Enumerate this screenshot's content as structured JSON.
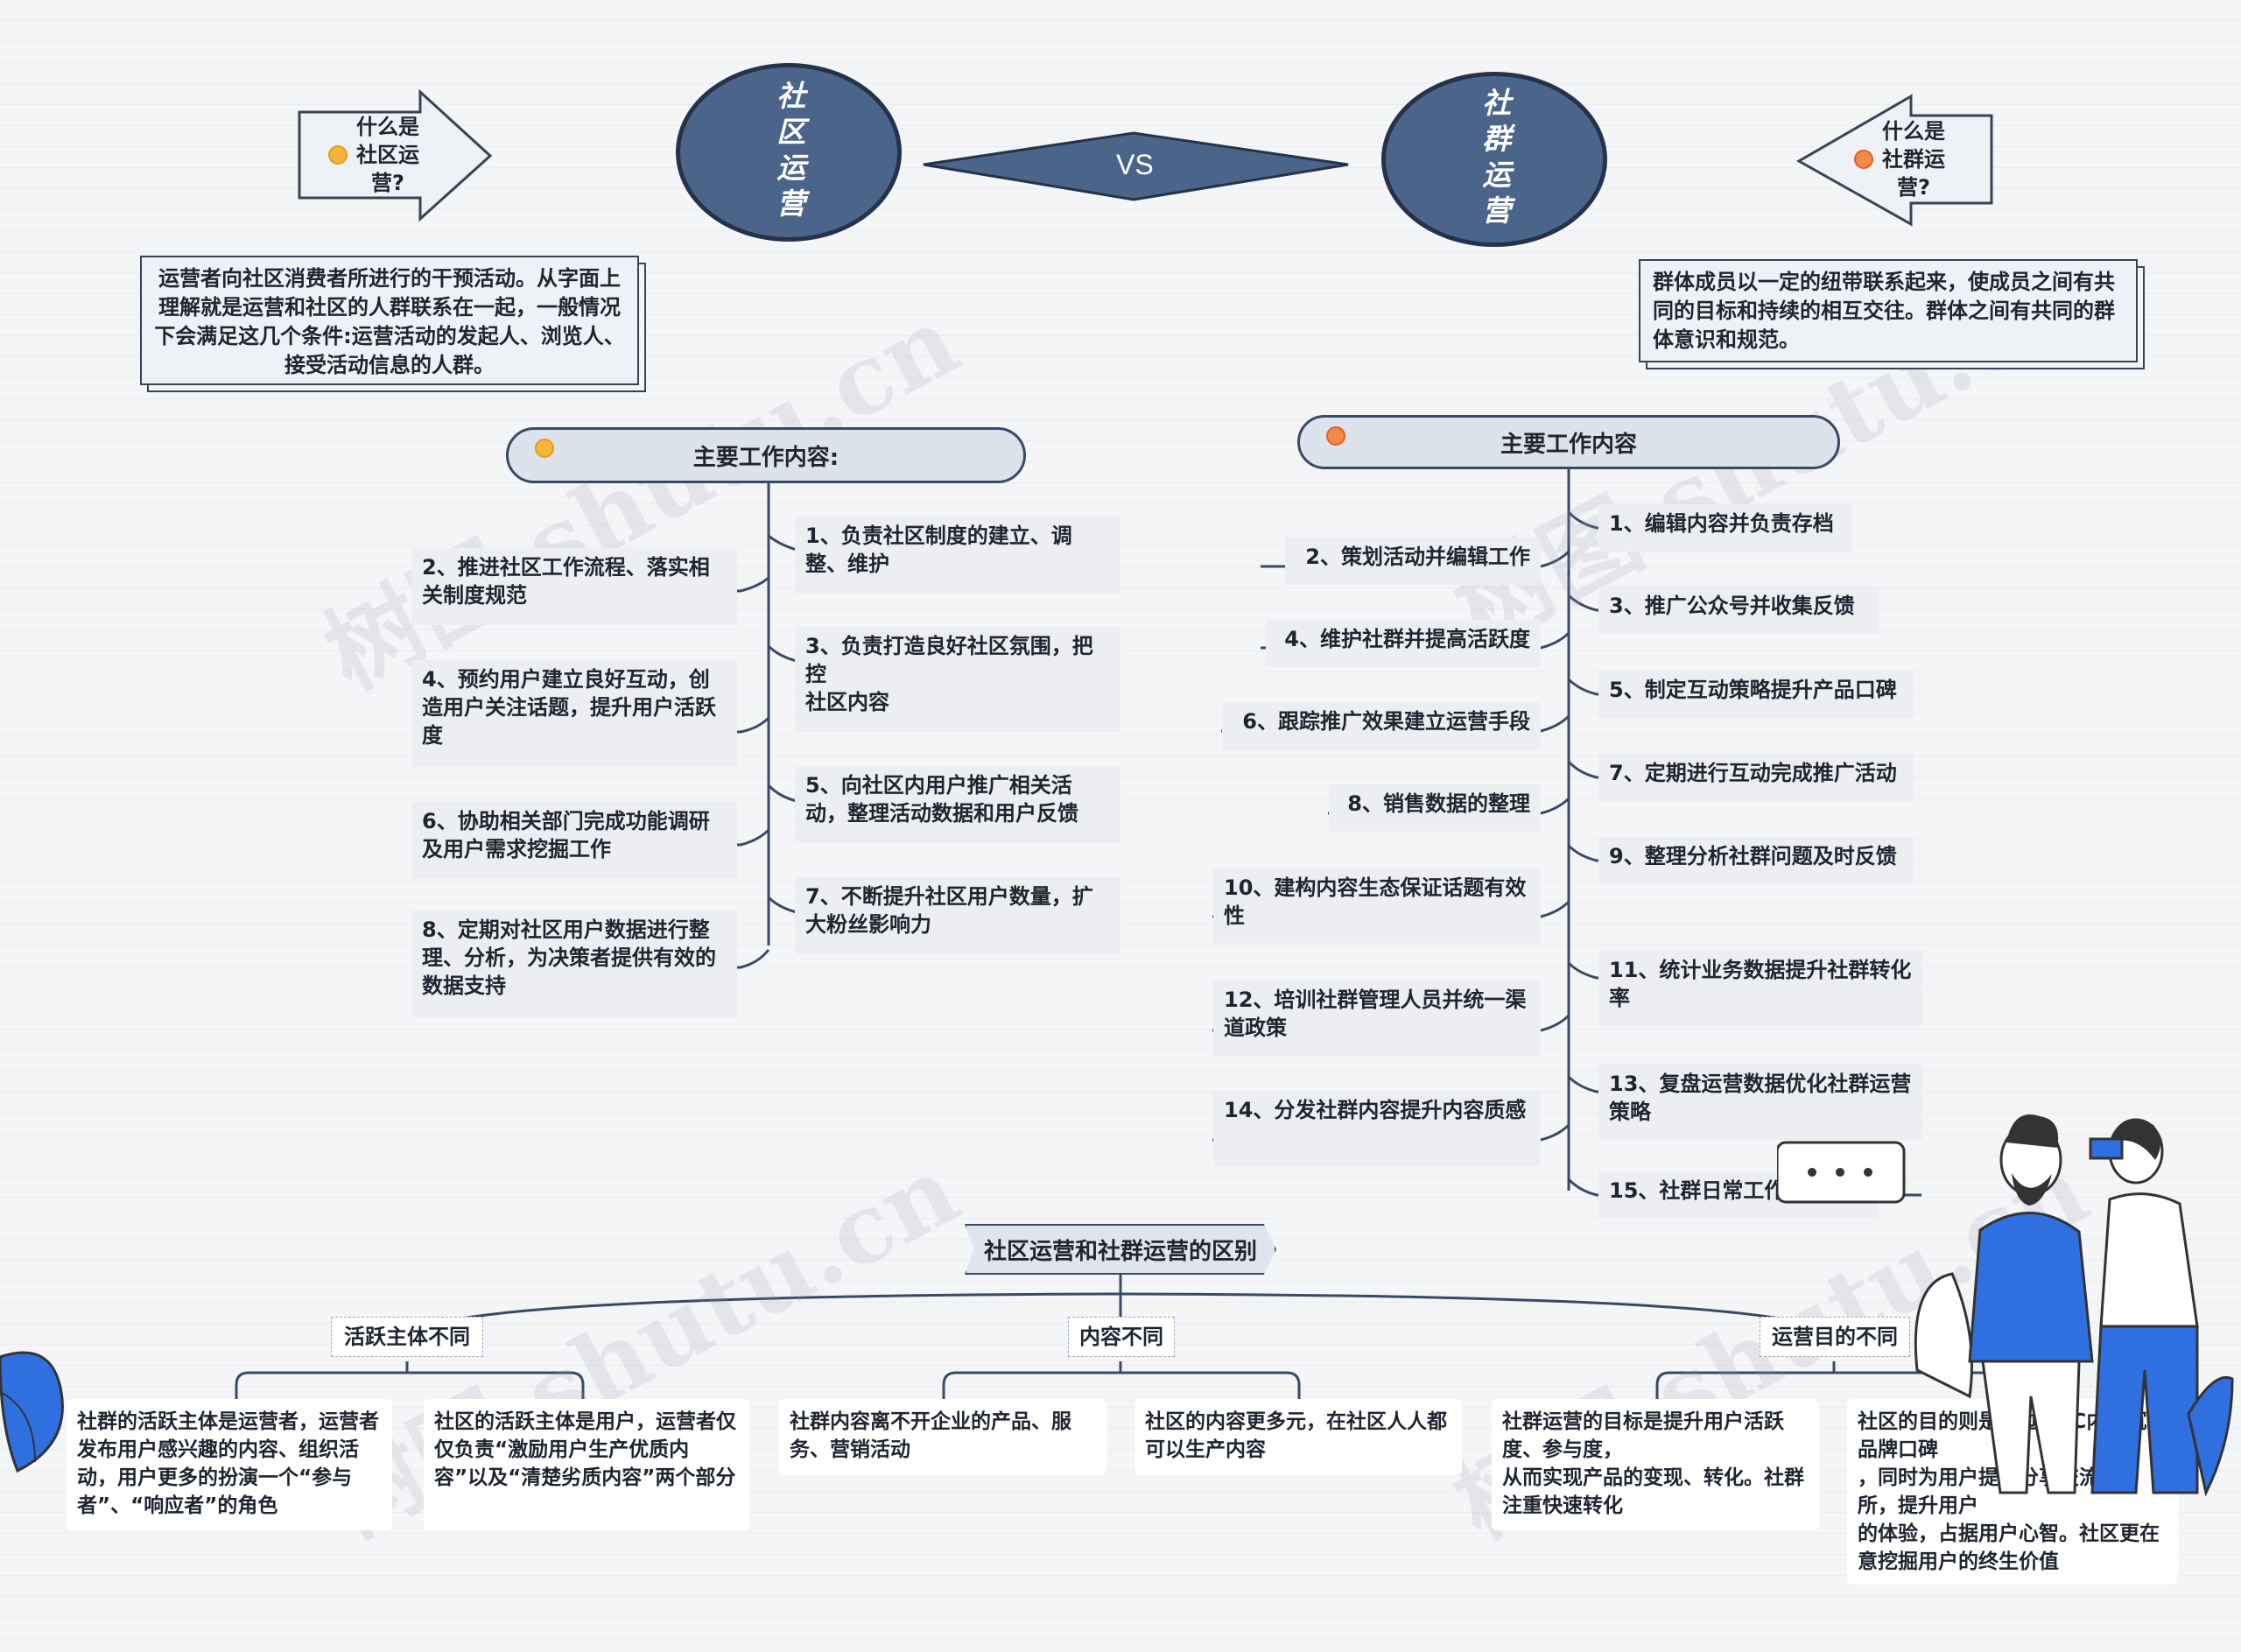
{
  "header": {
    "left_title": "社区运营",
    "vs": "VS",
    "right_title": "社群运营"
  },
  "left_question": {
    "text": "什么是社区运营?",
    "definition": "运营者向社区消费者所进行的干预活动。从字面上理解就是运营和社区的人群联系在一起，一般情况下会满足这几个条件:运营活动的发起人、浏览人、接受活动信息的人群。"
  },
  "right_question": {
    "text": "什么是社群运营?",
    "definition": "群体成员以一定的纽带联系起来，使成员之间有共同的目标和持续的相互交往。群体之间有共同的群体意识和规范。"
  },
  "left_work": {
    "title": "主要工作内容:",
    "items": [
      "1、负责社区制度的建立、调整、维护",
      "2、推进社区工作流程、落实相关制度规范",
      "3、负责打造良好社区氛围，把控\n社区内容",
      "4、预约用户建立良好互动，创造用户关注话题，提升用户活跃度",
      "5、向社区内用户推广相关活动，整理活动数据和用户反馈",
      "6、协助相关部门完成功能调研及用户需求挖掘工作",
      "7、不断提升社区用户数量，扩大粉丝影响力",
      "8、定期对社区用户数据进行整理、分析，为决策者提供有效的数据支持"
    ]
  },
  "right_work": {
    "title": "主要工作内容",
    "items": [
      "1、编辑内容并负责存档",
      "2、策划活动并编辑工作",
      "3、推广公众号并收集反馈",
      "4、维护社群并提高活跃度",
      "5、制定互动策略提升产品口碑",
      "6、跟踪推广效果建立运营手段",
      "7、定期进行互动完成推广活动",
      "8、销售数据的整理",
      "9、整理分析社群问题及时反馈",
      "10、建构内容生态保证话题有效性",
      "11、统计业务数据提升社群转化率",
      "12、培训社群管理人员并统一渠道政策",
      "13、复盘运营数据优化社群运营策略",
      "14、分发社群内容提升内容质感",
      "15、社群日常工作的服务"
    ]
  },
  "difference": {
    "title": "社区运营和社群运营的区别",
    "categories": [
      {
        "label": "活跃主体不同",
        "leaves": [
          "社群的活跃主体是运营者，运营者发布用户感兴趣的内容、组织活动，用户更多的扮演一个“参与者”、“响应者”的角色",
          "社区的活跃主体是用户，运营者仅仅负责“激励用户生产优质内容”以及“清楚劣质内容”两个部分"
        ]
      },
      {
        "label": "内容不同",
        "leaves": [
          "社群内容离不开企业的产品、服务、营销活动",
          "社区的内容更多元，在社区人人都可以生产内容"
        ]
      },
      {
        "label": "运营目的不同",
        "leaves": [
          "社群运营的目标是提升用户活跃度、参与度，\n从而实现产品的变现、转化。社群注重快速转化",
          "社区的目的则是通过UGC内容沉淀品牌口碑\n，同时为用户提供分享交流的场所，提升用户\n的体验，占据用户心智。社区更在意挖掘用户的终生价值"
        ]
      }
    ]
  },
  "watermark": "树图 shutu.cn",
  "colors": {
    "ellipse_fill": "#4a6589",
    "ellipse_border": "#25324a",
    "line": "#3a4a66",
    "accent_blue": "#2f6fe0"
  }
}
